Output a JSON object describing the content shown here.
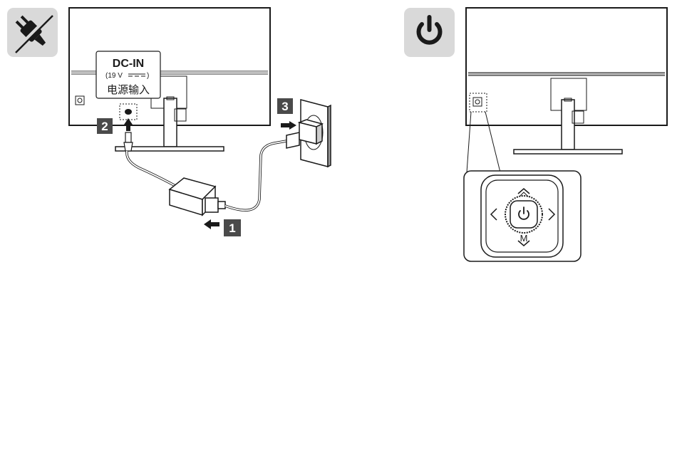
{
  "left_panel": {
    "icon": "power-plug-icon",
    "dc_label": {
      "title": "DC-IN",
      "voltage_text": "(19 V",
      "voltage_close": ")",
      "chinese": "电源输入"
    },
    "steps": [
      "1",
      "2",
      "3"
    ]
  },
  "right_panel": {
    "icon": "power-button-icon",
    "joystick": {
      "center_icon": "power-icon",
      "up_label": "",
      "m_label": "M"
    }
  },
  "colors": {
    "icon_bg": "#d9d9d9",
    "badge_bg": "#4a4a4a",
    "line": "#1a1a1a"
  }
}
